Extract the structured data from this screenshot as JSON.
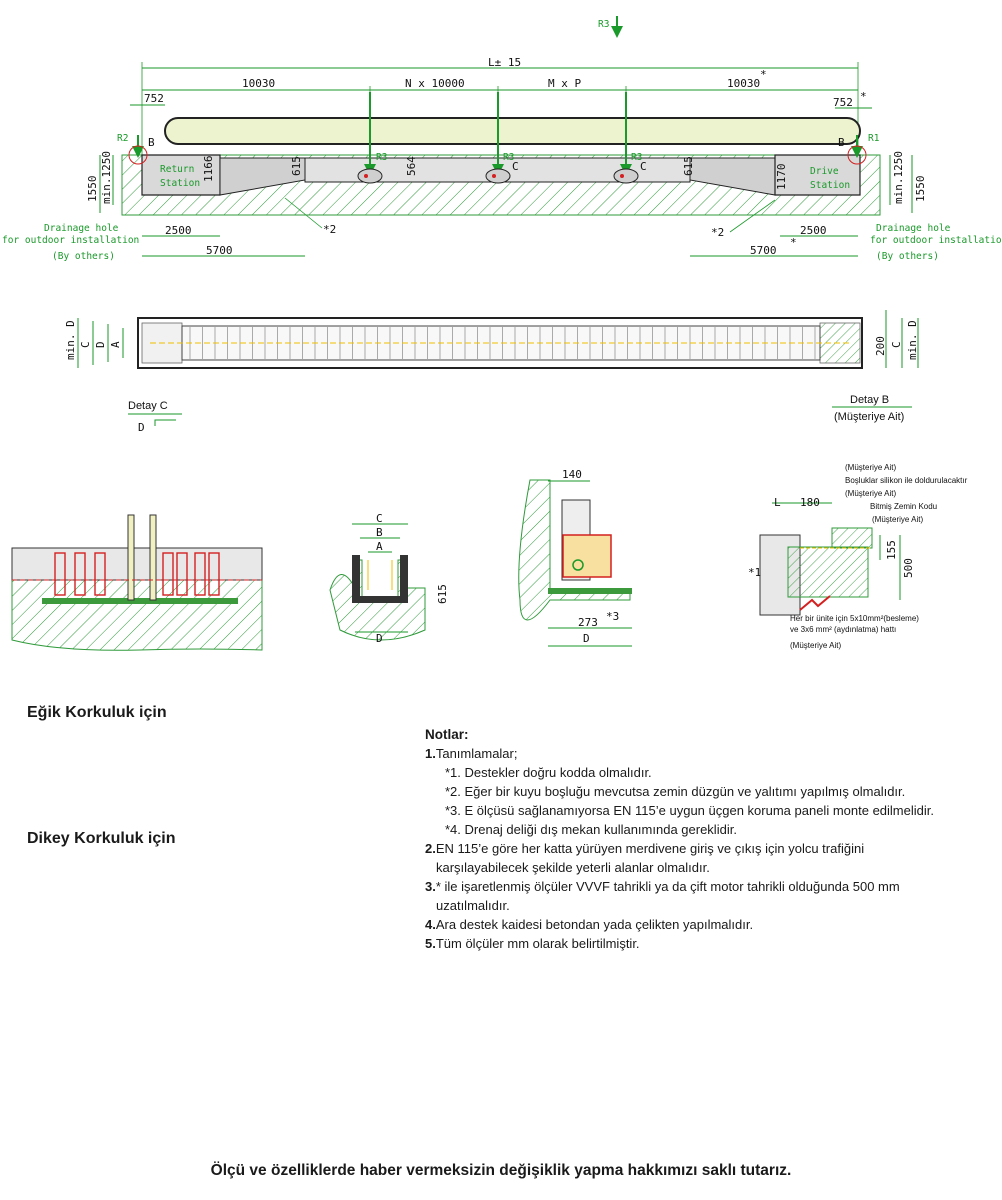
{
  "top_view": {
    "overall_length": "L± 15",
    "r3_marker": "R3",
    "dims_top": [
      "10030",
      "N x 10000",
      "M x P",
      "10030"
    ],
    "star": "*",
    "left_offset": "752",
    "right_offset": "752",
    "r2": "R2",
    "r1": "R1",
    "b_label": "B",
    "c_label": "C",
    "r3": "R3",
    "return_station": [
      "Return",
      "Station"
    ],
    "drive_station": [
      "Drive",
      "Station"
    ],
    "h_1166": "1166",
    "h_1170": "1170",
    "h_615": "615",
    "h_564": "564",
    "left_heights": [
      "1550",
      "min.1250"
    ],
    "right_heights": [
      "min.1250",
      "1550"
    ],
    "star2": "*2",
    "w_2500": "2500",
    "w_5700": "5700",
    "drainage": [
      "Drainage hole",
      "for outdoor installation",
      "(By others)"
    ]
  },
  "plan_view": {
    "left_labels": [
      "min. D",
      "C",
      "D",
      "A"
    ],
    "right_labels": [
      "200",
      "C",
      "min. D"
    ],
    "detay_c": "Detay C",
    "d_arrow": "D",
    "detay_b": "Detay B",
    "musteriye_ait": "(Müşteriye Ait)"
  },
  "details": {
    "section_labels": [
      "C",
      "B",
      "A",
      "615",
      "D"
    ],
    "side_dims": [
      "140",
      "273",
      "D",
      "*3"
    ],
    "detail_b": {
      "top_notes": [
        "(Müşteriye Ait)",
        "Boşluklar silikon ile doldurulacaktır",
        "(Müşteriye Ait)",
        "Bitmiş Zemin Kodu",
        "(Müşteriye Ait)"
      ],
      "l": "L",
      "w180": "180",
      "h155": "155",
      "h500": "500",
      "star1": "*1",
      "bottom_notes": [
        "Her bir ünite için 5x10mm²(besleme)",
        "ve 3x6 mm² (aydınlatma) hattı",
        "(Müşteriye Ait)"
      ]
    }
  },
  "headings": {
    "egik": "Eğik Korkuluk için",
    "dikey": "Dikey Korkuluk için"
  },
  "notes": {
    "title": "Notlar:",
    "n1_num": "1.",
    "n1": "Tanımlamalar;",
    "sub": [
      "*1. Destekler doğru kodda olmalıdır.",
      "*2. Eğer bir kuyu boşluğu mevcutsa  zemin düzgün ve yalıtımı yapılmış olmalıdır.",
      "*3. E ölçüsü sağlanamıyorsa EN 115’e uygun üçgen koruma paneli monte edilmelidir.",
      "*4. Drenaj deliği dış mekan kullanımında gereklidir."
    ],
    "n2_num": "2.",
    "n2a": "EN 115’e göre her katta yürüyen merdivene giriş ve çıkış için yolcu trafiğini",
    "n2b": "karşılayabilecek şekilde yeterli alanlar olmalıdır.",
    "n3_num": "3.",
    "n3a": "* ile işaretlenmiş ölçüler VVVF tahrikli ya da çift motor tahrikli olduğunda 500 mm",
    "n3b": "uzatılmalıdır.",
    "n4_num": "4.",
    "n4": "Ara destek kaidesi betondan yada çelikten yapılmalıdır.",
    "n5_num": "5.",
    "n5": "Tüm ölçüler mm olarak belirtilmiştir."
  },
  "footer": "Ölçü ve özelliklerde haber vermeksizin değişiklik yapma hakkımızı saklı tutarız.",
  "colors": {
    "green": "#1a9a2a",
    "red": "#d42020",
    "hatch": "#2f9a3a",
    "band": "#e9f0c6"
  }
}
